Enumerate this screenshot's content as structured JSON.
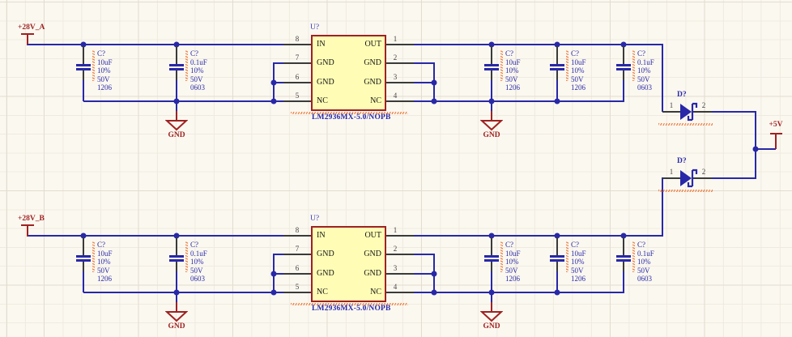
{
  "schematic": {
    "power_ports": {
      "a": "+28V_A",
      "b": "+28V_B",
      "out5": "+5V"
    },
    "ground_label": "GND",
    "regulators": [
      {
        "designator": "U?",
        "part_number": "LM2936MX-5.0/NOPB",
        "pins_left": [
          {
            "num": "8",
            "name": "IN"
          },
          {
            "num": "7",
            "name": "GND"
          },
          {
            "num": "6",
            "name": "GND"
          },
          {
            "num": "5",
            "name": "NC"
          }
        ],
        "pins_right": [
          {
            "num": "1",
            "name": "OUT"
          },
          {
            "num": "2",
            "name": "GND"
          },
          {
            "num": "3",
            "name": "GND"
          },
          {
            "num": "4",
            "name": "NC"
          }
        ]
      },
      {
        "designator": "U?",
        "part_number": "LM2936MX-5.0/NOPB",
        "pins_left": [
          {
            "num": "8",
            "name": "IN"
          },
          {
            "num": "7",
            "name": "GND"
          },
          {
            "num": "6",
            "name": "GND"
          },
          {
            "num": "5",
            "name": "NC"
          }
        ],
        "pins_right": [
          {
            "num": "1",
            "name": "OUT"
          },
          {
            "num": "2",
            "name": "GND"
          },
          {
            "num": "3",
            "name": "GND"
          },
          {
            "num": "4",
            "name": "NC"
          }
        ]
      }
    ],
    "capacitors": [
      {
        "designator": "C?",
        "value": "10uF",
        "tolerance": "10%",
        "voltage": "50V",
        "footprint": "1206"
      },
      {
        "designator": "C?",
        "value": "0.1uF",
        "tolerance": "10%",
        "voltage": "50V",
        "footprint": "0603"
      },
      {
        "designator": "C?",
        "value": "10uF",
        "tolerance": "10%",
        "voltage": "50V",
        "footprint": "1206"
      },
      {
        "designator": "C?",
        "value": "10uF",
        "tolerance": "10%",
        "voltage": "50V",
        "footprint": "1206"
      },
      {
        "designator": "C?",
        "value": "0.1uF",
        "tolerance": "10%",
        "voltage": "50V",
        "footprint": "0603"
      },
      {
        "designator": "C?",
        "value": "10uF",
        "tolerance": "10%",
        "voltage": "50V",
        "footprint": "1206"
      },
      {
        "designator": "C?",
        "value": "0.1uF",
        "tolerance": "10%",
        "voltage": "50V",
        "footprint": "0603"
      },
      {
        "designator": "C?",
        "value": "10uF",
        "tolerance": "10%",
        "voltage": "50V",
        "footprint": "1206"
      },
      {
        "designator": "C?",
        "value": "10uF",
        "tolerance": "10%",
        "voltage": "50V",
        "footprint": "1206"
      },
      {
        "designator": "C?",
        "value": "0.1uF",
        "tolerance": "10%",
        "voltage": "50V",
        "footprint": "0603"
      }
    ],
    "diodes": [
      {
        "designator": "D?",
        "pin1": "1",
        "pin2": "2"
      },
      {
        "designator": "D?",
        "pin1": "1",
        "pin2": "2"
      }
    ],
    "colors": {
      "wire": "#2828A8",
      "power_object": "#9E2222",
      "ic_fill": "#FFFDB5",
      "ic_border": "#9E2222",
      "error_marker": "#F0854A",
      "pin": "#3A3A3A",
      "background": "#FBF8F0"
    }
  }
}
